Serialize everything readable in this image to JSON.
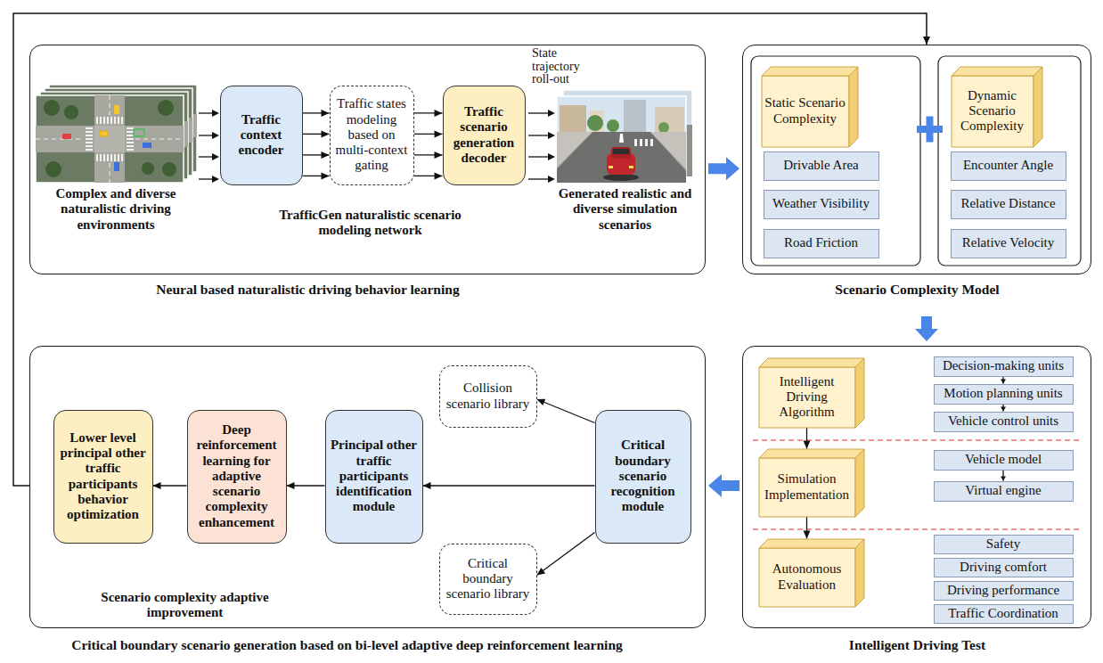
{
  "diagram": {
    "nodes": [
      {
        "text": [
          "Neural based naturalistic driving behavior learning"
        ]
      },
      {
        "text": [
          "Traffic context encoder"
        ],
        "in": 0
      },
      {
        "text": [
          "Traffic states modeling based on multi-context gating"
        ],
        "in": 0
      },
      {
        "text": [
          "Traffic scenario generation decoder"
        ],
        "in": 0
      },
      {
        "text": [
          "Scenario Complexity Model"
        ]
      },
      {
        "text": [
          "Static Scenario Complexity"
        ],
        "in": 4
      },
      {
        "text": [
          "Drivable Area"
        ],
        "in": 4
      },
      {
        "text": [
          "Weather Visibility"
        ],
        "in": 4
      },
      {
        "text": [
          "Road Friction"
        ],
        "in": 4
      },
      {
        "text": [
          "Dynamic Scenario Complexity"
        ],
        "in": 4
      },
      {
        "text": [
          "Encounter Angle"
        ],
        "in": 4
      },
      {
        "text": [
          "Relative Distance"
        ],
        "in": 4
      },
      {
        "text": [
          "Relative Velocity"
        ],
        "in": 4
      },
      {
        "text": [
          "Intelligent Driving Test"
        ]
      },
      {
        "text": [
          "Intelligent Driving Algorithm"
        ],
        "in": 13
      },
      {
        "text": [
          "Decision-making units"
        ],
        "in": 13
      },
      {
        "text": [
          "Motion planning units"
        ],
        "in": 13
      },
      {
        "text": [
          "Vehicle control units"
        ],
        "in": 13
      },
      {
        "text": [
          "Simulation Implementation"
        ],
        "in": 13
      },
      {
        "text": [
          "Vehicle model"
        ],
        "in": 13
      },
      {
        "text": [
          "Virtual engine"
        ],
        "in": 13
      },
      {
        "text": [
          "Autonomous Evaluation"
        ],
        "in": 13
      },
      {
        "text": [
          "Safety"
        ],
        "in": 13
      },
      {
        "text": [
          "Driving comfort"
        ],
        "in": 13
      },
      {
        "text": [
          "Driving performance"
        ],
        "in": 13
      },
      {
        "text": [
          "Traffic Coordination"
        ],
        "in": 13
      },
      {
        "text": [
          "Critical boundary scenario generation based on bi-level adaptive deep reinforcement learning"
        ]
      },
      {
        "text": [
          "Lower level principal other traffic participants behavior optimization"
        ],
        "in": 26
      },
      {
        "text": [
          "Deep reinforcement learning for adaptive scenario complexity enhancement"
        ],
        "in": 26
      },
      {
        "text": [
          "Principal other traffic participants identification module"
        ],
        "in": 26
      },
      {
        "text": [
          "Collision scenario library"
        ],
        "in": 26
      },
      {
        "text": [
          "Critical boundary scenario library"
        ],
        "in": 26
      },
      {
        "text": [
          "Critical boundary scenario recognition module"
        ],
        "in": 26
      }
    ],
    "edges": [
      {
        "from": 1,
        "to": 2,
        "arrow": "to"
      },
      {
        "from": 1,
        "to": 2,
        "arrow": "to"
      },
      {
        "from": 1,
        "to": 2,
        "arrow": "to"
      },
      {
        "from": 1,
        "to": 2,
        "arrow": "to"
      },
      {
        "from": 2,
        "to": 3,
        "arrow": "to"
      },
      {
        "from": 2,
        "to": 3,
        "arrow": "to"
      },
      {
        "from": 2,
        "to": 3,
        "arrow": "to"
      },
      {
        "from": 2,
        "to": 3,
        "arrow": "to"
      },
      {
        "from": 0,
        "to": 4,
        "arrow": "to"
      },
      {
        "from": 4,
        "to": 13,
        "arrow": "to"
      },
      {
        "from": 13,
        "to": 26,
        "arrow": "to"
      },
      {
        "from": 14,
        "to": 18,
        "arrow": "to"
      },
      {
        "from": 18,
        "to": 21,
        "arrow": "to"
      },
      {
        "from": 15,
        "to": 16,
        "arrow": "to"
      },
      {
        "from": 16,
        "to": 17,
        "arrow": "to"
      },
      {
        "from": 19,
        "to": 20,
        "arrow": "to"
      },
      {
        "from": 32,
        "to": 30,
        "arrow": "to"
      },
      {
        "from": 32,
        "to": 31,
        "arrow": "to"
      },
      {
        "from": 32,
        "to": 29,
        "arrow": "to"
      },
      {
        "from": 29,
        "to": 28,
        "arrow": "to"
      },
      {
        "from": 28,
        "to": 27,
        "arrow": "to"
      },
      {
        "from": 26,
        "to": 4,
        "arrow": "to"
      }
    ],
    "labels": [
      "Complex and diverse naturalistic driving environments",
      "TrafficGen naturalistic scenario modeling network",
      "State trajectory roll-out",
      "Generated realistic and diverse simulation scenarios",
      "Scenario complexity adaptive improvement"
    ]
  }
}
